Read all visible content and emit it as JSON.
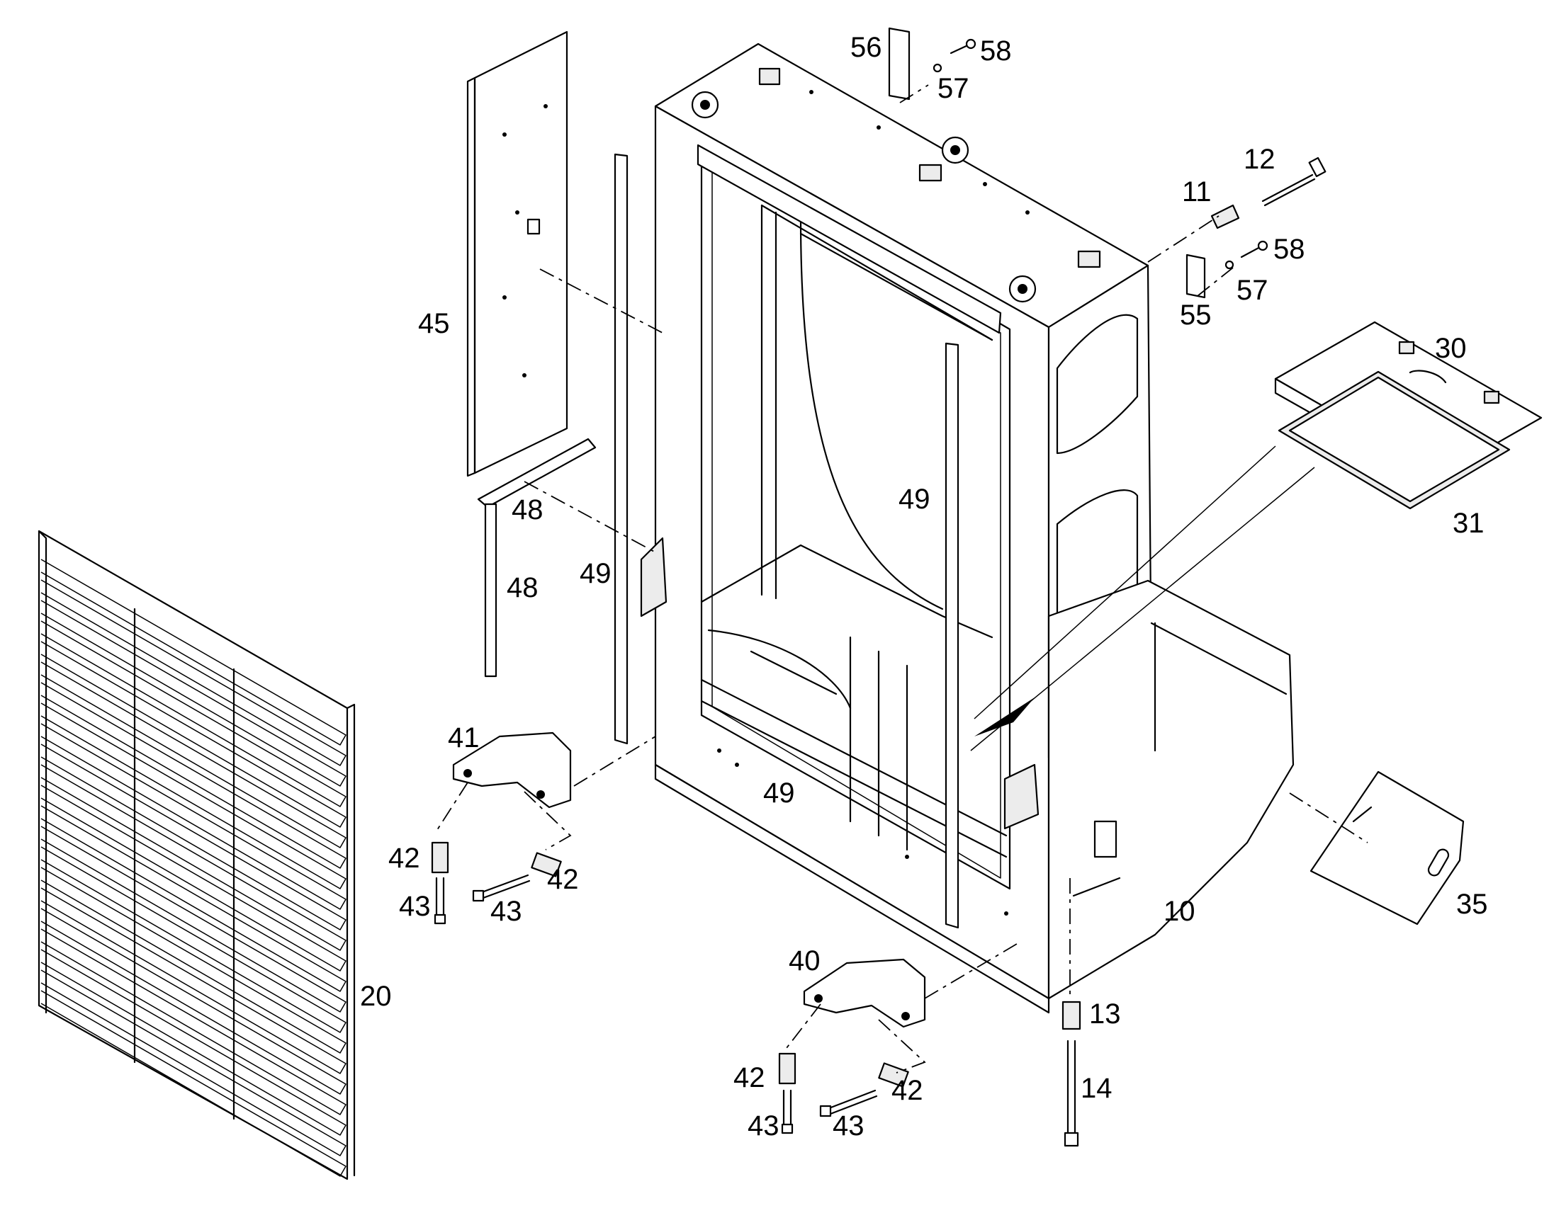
{
  "diagram": {
    "labels": {
      "p10": "10",
      "p11": "11",
      "p12": "12",
      "p13": "13",
      "p14": "14",
      "p20": "20",
      "p30": "30",
      "p31": "31",
      "p35": "35",
      "p40": "40",
      "p41": "41",
      "p42a": "42",
      "p42b": "42",
      "p42c": "42",
      "p42d": "42",
      "p43a": "43",
      "p43b": "43",
      "p43c": "43",
      "p43d": "43",
      "p45": "45",
      "p48a": "48",
      "p48b": "48",
      "p49a": "49",
      "p49b": "49",
      "p49c": "49",
      "p55": "55",
      "p56": "56",
      "p57a": "57",
      "p57b": "57",
      "p58a": "58",
      "p58b": "58"
    }
  }
}
